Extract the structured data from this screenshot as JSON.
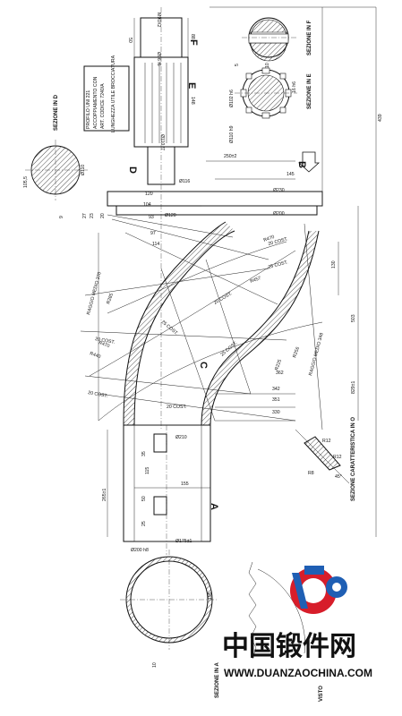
{
  "sections": {
    "a": "SEZIONE IN A",
    "d": "SEZIONE IN D",
    "e": "SEZIONE IN E",
    "f": "SEZIONE IN F",
    "o": "SEZIONE CARATTERISTICA IN O",
    "view": "VISTO"
  },
  "letters": {
    "a": "A",
    "b": "B",
    "c": "C",
    "d": "D",
    "e": "E",
    "f": "F"
  },
  "note": {
    "line1": "PROFILO UNI 221",
    "line2": "ACCOPPIAMENTO CON",
    "line3": "ART. CODICE 7240/A",
    "line4": "LUNGHEZZA UTILE BROCCIATURA"
  },
  "dims": {
    "m90": "M90X2",
    "d96": "Ø96 f6",
    "d120": "Ø120",
    "d110": "Ø110 f7",
    "d116": "Ø116",
    "d102": "Ø102 h6",
    "d110b": "Ø110 h9",
    "d16": "16 h6",
    "len439": "439",
    "len250": "250±2",
    "len145": "145",
    "d230": "Ø230",
    "d200": "Ø200",
    "r470a": "R470",
    "r470b": "R470",
    "r457": "R457",
    "r440": "R440",
    "r285": "R285",
    "r256": "R256",
    "r225": "R225",
    "raggio370": "RAGGIO MEDIO 370",
    "raggio348": "RAGGIO MEDIO 348",
    "l829": "829±1",
    "l503": "503",
    "l130": "130",
    "l342": "342",
    "l362": "362",
    "l351": "351",
    "l330": "330",
    "l265": "265±1",
    "l155": "155",
    "l115": "115",
    "d210": "Ø210",
    "d175": "Ø175±1",
    "d200h8": "Ø200 h8",
    "d195": "195",
    "d105": "105,5",
    "r12a": "R12",
    "r12b": "R12",
    "r8": "R8",
    "d45": "45°",
    "d9": "9",
    "d10": "10",
    "cost20": "20 COST.",
    "cost25": "25 COST."
  },
  "watermark": {
    "cn": "中国锻件网",
    "url": "WWW.DUANZAOCHINA.COM"
  }
}
